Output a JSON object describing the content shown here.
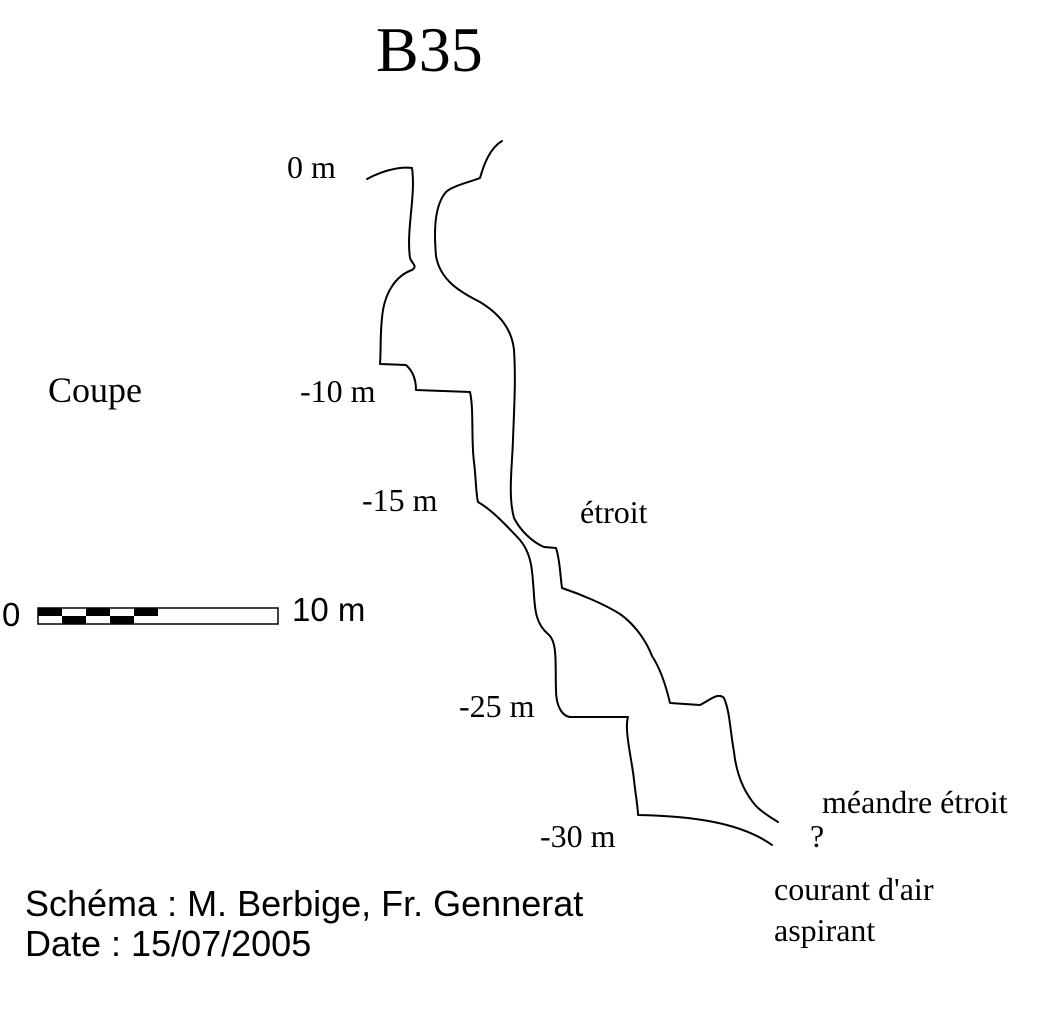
{
  "title": "B35",
  "view_label": "Coupe",
  "depth_labels": {
    "d0": "0 m",
    "d10": "-10 m",
    "d15": "-15 m",
    "d25": "-25 m",
    "d30": "-30 m"
  },
  "annotations": {
    "narrow": "étroit",
    "narrow_meander": "méandre étroit",
    "question": "?",
    "draft_line1": "courant d'air",
    "draft_line2": "aspirant"
  },
  "scale_bar": {
    "start_label": "0",
    "end_label": "10 m"
  },
  "credits": {
    "schema": "Schéma : M. Berbige, Fr. Gennerat",
    "date": "Date : 15/07/2005"
  },
  "colors": {
    "ink": "#000000",
    "paper": "#ffffff"
  }
}
